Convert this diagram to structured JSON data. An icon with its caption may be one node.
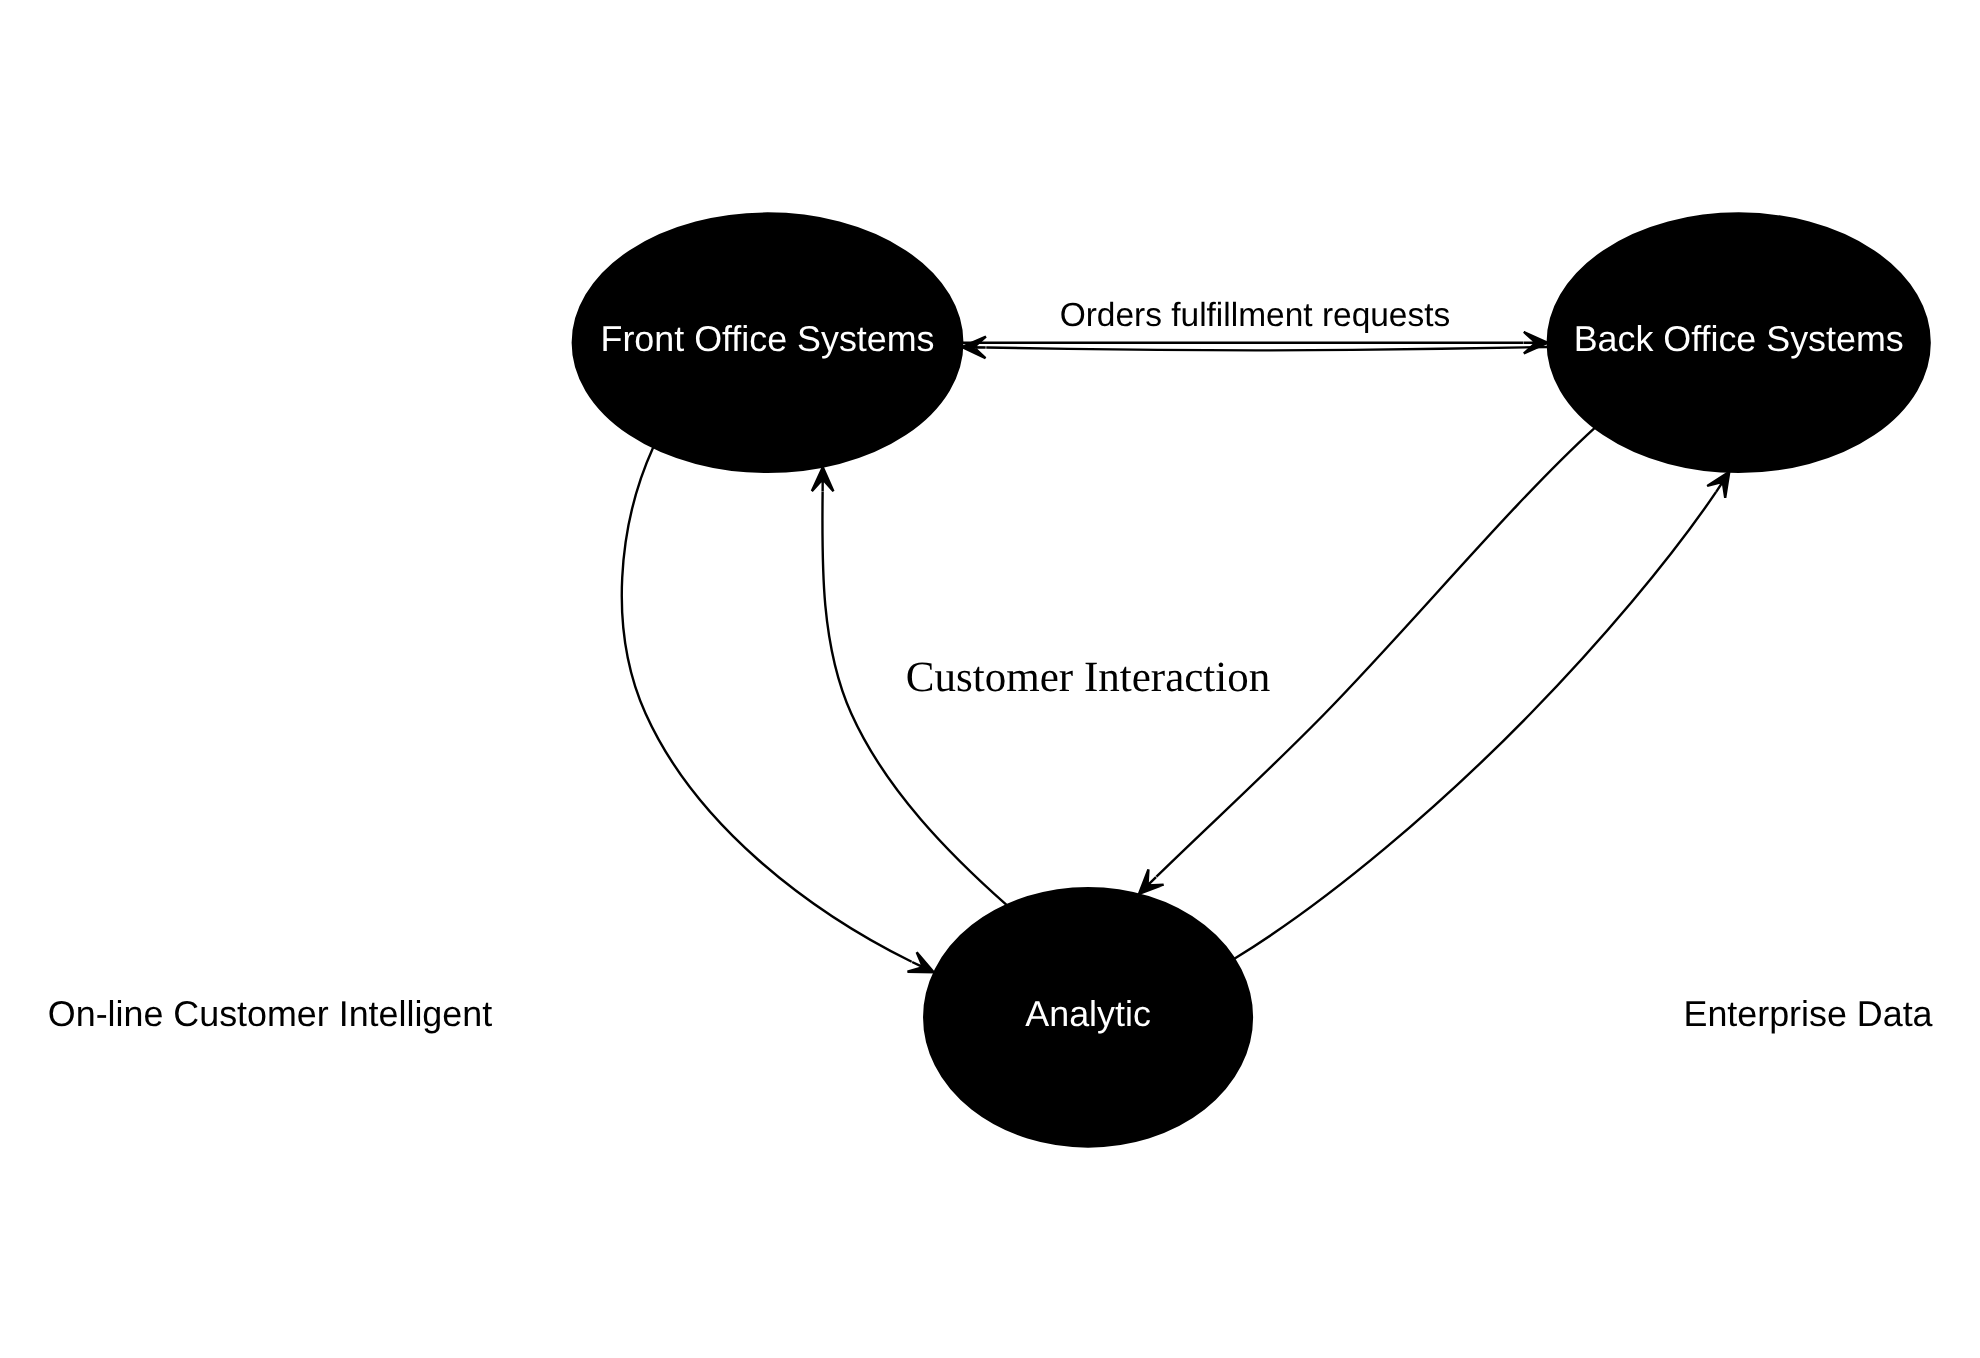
{
  "diagram": {
    "nodes": [
      {
        "text": [
          "Front Office Systems"
        ]
      },
      {
        "text": [
          "Back Office Systems"
        ]
      },
      {
        "text": [
          "Analytic"
        ]
      }
    ],
    "edges": [
      {
        "from": 0,
        "to": 1,
        "arrow": "to",
        "label": "Orders fulfillment requests"
      },
      {
        "from": 1,
        "to": 0,
        "arrow": "to"
      },
      {
        "from": 0,
        "to": 2,
        "arrow": "to"
      },
      {
        "from": 2,
        "to": 0,
        "arrow": "to"
      },
      {
        "from": 1,
        "to": 2,
        "arrow": "to"
      },
      {
        "from": 2,
        "to": 1,
        "arrow": "to"
      }
    ],
    "labels": [
      "Customer Interaction",
      "On-line Customer Intelligent",
      "Enterprise Data"
    ]
  }
}
